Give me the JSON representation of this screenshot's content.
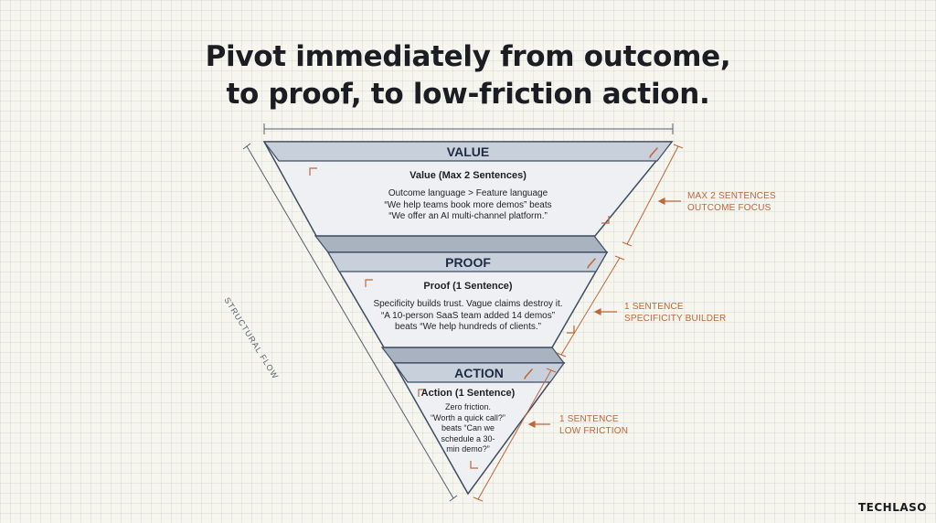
{
  "title": {
    "line1": "Pivot immediately from outcome,",
    "line2": "to proof, to low-friction action."
  },
  "flow_label": "STRUCTURAL FLOW",
  "layers": [
    {
      "label": "VALUE",
      "subtitle": "Value (Max 2 Sentences)",
      "lines": [
        "Outcome language > Feature language",
        "“We help teams book more demos” beats",
        "“We offer an AI multi-channel platform.”"
      ],
      "note": [
        "MAX 2 SENTENCES",
        "OUTCOME FOCUS"
      ]
    },
    {
      "label": "PROOF",
      "subtitle": "Proof (1 Sentence)",
      "lines": [
        "Specificity builds trust. Vague claims destroy it.",
        "“A 10-person SaaS team added 14 demos”",
        "beats “We help hundreds of clients.”"
      ],
      "note": [
        "1 SENTENCE",
        "SPECIFICITY BUILDER"
      ]
    },
    {
      "label": "ACTION",
      "subtitle": "Action (1 Sentence)",
      "lines": [
        "Zero friction.",
        "“Worth a quick call?”",
        "beats “Can we",
        "schedule a 30-",
        "min demo?”"
      ],
      "note": [
        "1 SENTENCE",
        "LOW FRICTION"
      ]
    }
  ],
  "brand": "TECHLASO",
  "colors": {
    "panel_fill": "#eef0f3",
    "header_fill": "#c8d0db",
    "shadow_fill": "#a9b3c0",
    "outline": "#3f4d63",
    "accent": "#c0663b"
  }
}
